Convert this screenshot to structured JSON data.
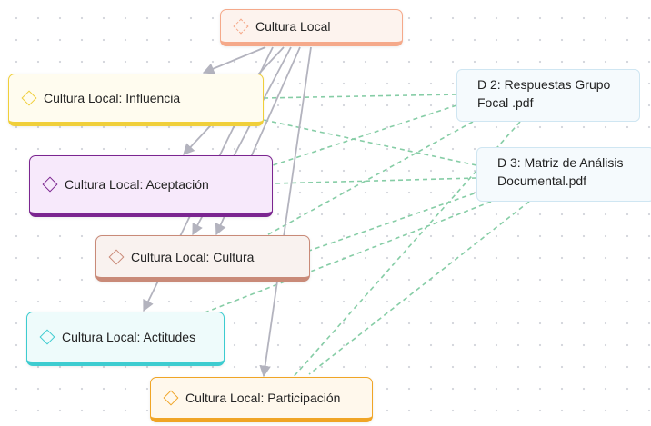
{
  "nodes": {
    "root": {
      "label": "Cultura Local",
      "color": "#f5a98a",
      "fill": "#fdf3ee"
    },
    "influencia": {
      "label": "Cultura Local: Influencia",
      "color": "#f0cf3a",
      "fill": "#fffcef"
    },
    "aceptacion": {
      "label": "Cultura Local: Aceptación",
      "color": "#7b2590",
      "fill": "#f7e9fb"
    },
    "cultura": {
      "label": "Cultura Local: Cultura",
      "color": "#c98a78",
      "fill": "#f9f2ef"
    },
    "actitudes": {
      "label": "Cultura Local: Actitudes",
      "color": "#3dccd0",
      "fill": "#eefbfb"
    },
    "participacion": {
      "label": "Cultura Local: Participación",
      "color": "#f0a526",
      "fill": "#fff8ec"
    }
  },
  "documents": {
    "d2": {
      "line1": "D 2: Respuestas Grupo",
      "line2": "Focal .pdf"
    },
    "d3": {
      "line1": "D 3: Matriz de Análisis",
      "line2": "Documental.pdf"
    }
  },
  "edge_colors": {
    "solid": "#b3b3be",
    "dashed": "#86cda6"
  }
}
